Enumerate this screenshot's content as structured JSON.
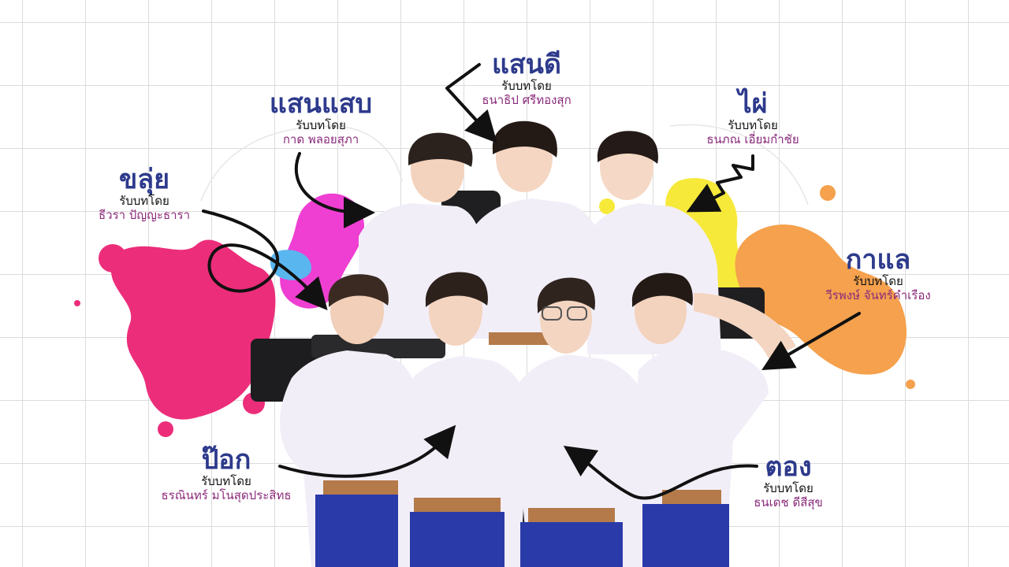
{
  "colors": {
    "name": "#2d3a8c",
    "actor": "#8a2a7a",
    "paint_pink": "#ec2d7a",
    "paint_magenta": "#ee3fd2",
    "paint_yellow": "#f7e93a",
    "paint_orange": "#f5a14d",
    "paint_blue": "#5ab6ef",
    "shirt": "#f2eef8",
    "pants": "#2a3aa8"
  },
  "characters": [
    {
      "key": "saendee",
      "name": "แสนดี",
      "role": "รับบทโดย",
      "actor": "ธนาธิป ศรีทองสุก"
    },
    {
      "key": "saensab",
      "name": "แสนแสบ",
      "role": "รับบทโดย",
      "actor": "กาด พลอยสุภา"
    },
    {
      "key": "phai",
      "name": "ไผ่",
      "role": "รับบทโดย",
      "actor": "ธนภณ เอี่ยมกำชัย"
    },
    {
      "key": "khlui",
      "name": "ขลุ่ย",
      "role": "รับบทโดย",
      "actor": "ธีวรา ปัญญะธารา"
    },
    {
      "key": "kalae",
      "name": "กาแล",
      "role": "รับบทโดย",
      "actor": "วีรพงษ์ จันทร์คำเรือง"
    },
    {
      "key": "pok",
      "name": "ป๊อก",
      "role": "รับบทโดย",
      "actor": "ธรณินทร์ มโนสุดประสิทธ"
    },
    {
      "key": "tong",
      "name": "ตอง",
      "role": "รับบทโดย",
      "actor": "ธนเดช ดีสีสุข"
    }
  ]
}
